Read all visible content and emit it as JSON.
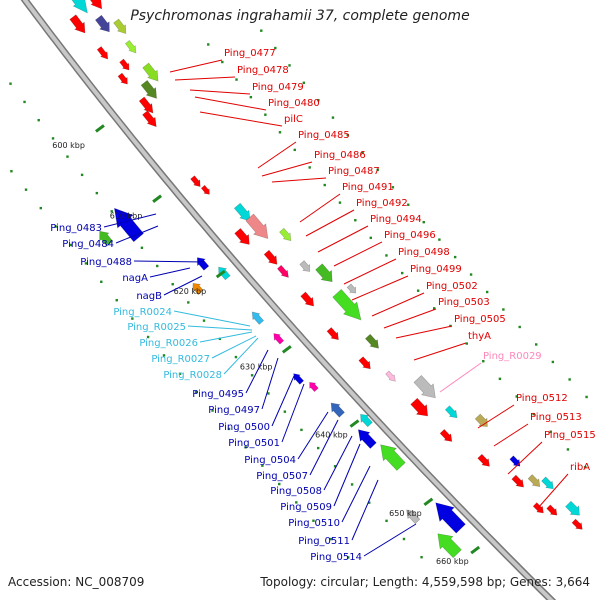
{
  "title": "Psychromonas ingrahamii 37, complete genome",
  "accession": "Accession: NC_008709",
  "topology": "Topology: circular; Length: 4,559,598 bp; Genes: 3,664",
  "colors": {
    "forward_label": "#e00000",
    "reverse_label": "#0000b0",
    "rna_reverse_label": "#33bbdd",
    "rna_forward_label": "#ff88bb",
    "backbone": "#9a9a9a",
    "tick": "#228822"
  },
  "scale_ticks": [
    "600 kbp",
    "610 kbp",
    "620 kbp",
    "630 kbp",
    "640 kbp",
    "650 kbp",
    "660 kbp"
  ],
  "labels_forward": [
    "Ping_0477",
    "Ping_0478",
    "Ping_0479",
    "Ping_0480",
    "pilC",
    "Ping_0485",
    "Ping_0486",
    "Ping_0487",
    "Ping_0491",
    "Ping_0492",
    "Ping_0494",
    "Ping_0496",
    "Ping_0498",
    "Ping_0499",
    "Ping_0502",
    "Ping_0503",
    "Ping_0505",
    "thyA",
    "Ping_R0029",
    "Ping_0512",
    "Ping_0513",
    "Ping_0515",
    "ribA"
  ],
  "labels_reverse": [
    "Ping_0483",
    "Ping_0484",
    "Ping_0488",
    "nagA",
    "nagB",
    "Ping_R0024",
    "Ping_R0025",
    "Ping_R0026",
    "Ping_R0027",
    "Ping_R0028",
    "Ping_0495",
    "Ping_0497",
    "Ping_0500",
    "Ping_0501",
    "Ping_0504",
    "Ping_0507",
    "Ping_0508",
    "Ping_0509",
    "Ping_0510",
    "Ping_0511",
    "Ping_0514"
  ]
}
